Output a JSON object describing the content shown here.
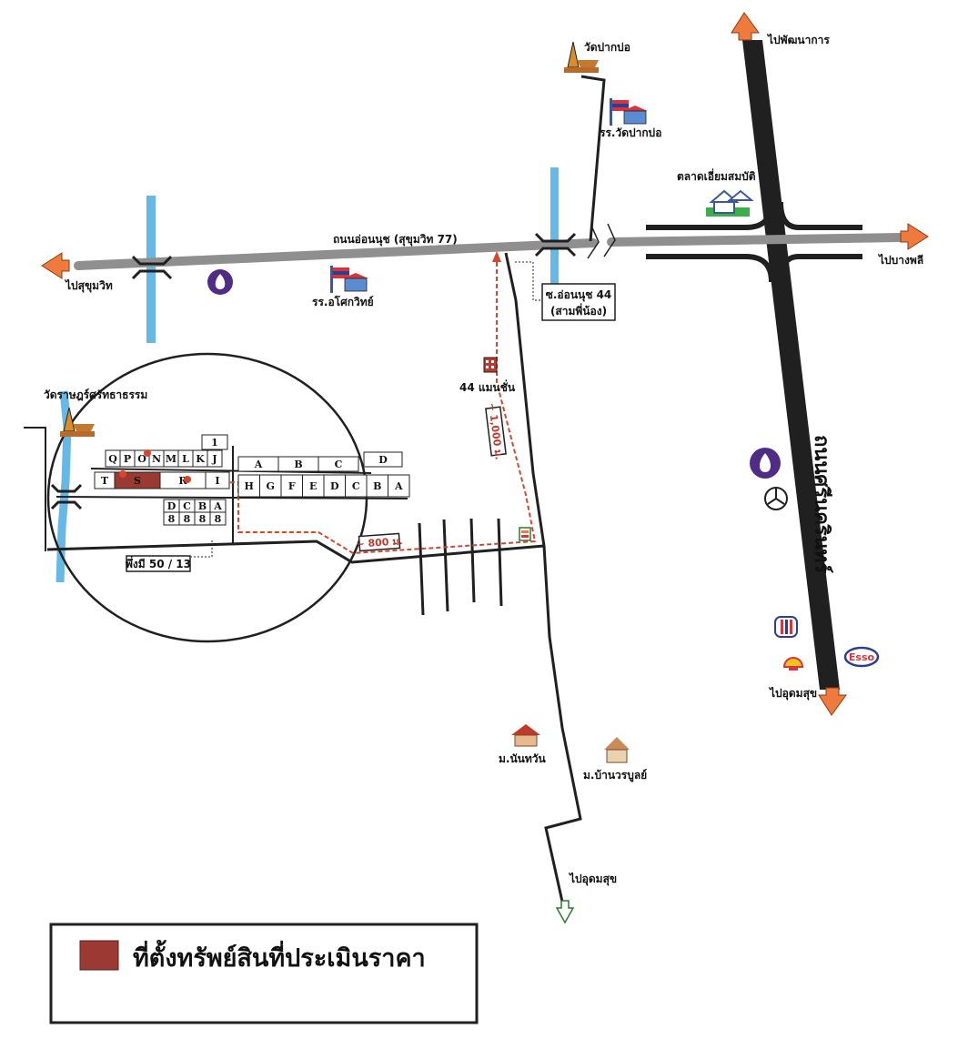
{
  "labels": {
    "main_road": "ถนนอ่อนนุช (สุขุมวิท 77)",
    "to_sukhumvit": "ไปสุขุมวิท",
    "to_bangphli": "ไปบางพลี",
    "to_phatthanakan": "ไปพัฒนาการ",
    "to_udomsuk_east": "ไปอุดมสุข",
    "to_udomsuk_south": "ไปอุดมสุข",
    "wat_pak_bo": "วัดปากบ่อ",
    "school_wat_pak_bo": "รร.วัดปากบ่อ",
    "market": "ตลาดเอี่ยมสมบัติ",
    "school_asok": "รร.อโศกวิทย์",
    "soi_line1": "ซ.อ่อนนุช 44",
    "soi_line2": "(สามพี่น้อง)",
    "mansion": "44 แมนชั่น",
    "temple_left": "วัดราษฎร์ศรัทธาธรรม",
    "house_no": "พึ่งมี 50 / 13",
    "village1": "ม.นันทวัน",
    "village2": "ม.บ้านวรบูลย์",
    "srinakarin": "ถนนศรีนครินทร์",
    "dist_1000": "~ 1,000 ม.",
    "dist_800": "~ 800 ม.",
    "esso": "Esso"
  },
  "grid": {
    "row_top": [
      "Q",
      "P",
      "O",
      "N",
      "M",
      "L",
      "K",
      "J"
    ],
    "cell_1": "1",
    "row_right_top": [
      "A",
      "B",
      "C",
      "D"
    ],
    "row_mid_left": [
      "T",
      "S",
      "R",
      "I"
    ],
    "row_mid_right": [
      "H",
      "G",
      "F",
      "E",
      "D",
      "C",
      "B",
      "A"
    ],
    "row_bottom_letters": [
      "D",
      "C",
      "B",
      "A"
    ],
    "row_bottom_nums": [
      "8",
      "8",
      "8",
      "8"
    ]
  },
  "legend": {
    "title": "ที่ตั้งทรัพย์สินที่ประเมินราคา"
  },
  "colors": {
    "property": "#9a3a33",
    "route": "#d9452b",
    "river": "#66b8e6",
    "arrow": "#ef7a3d",
    "road_dark": "#202020",
    "road_grey": "#8f8f8f",
    "bank": "#4f2d86",
    "grass": "#3cae4b"
  }
}
